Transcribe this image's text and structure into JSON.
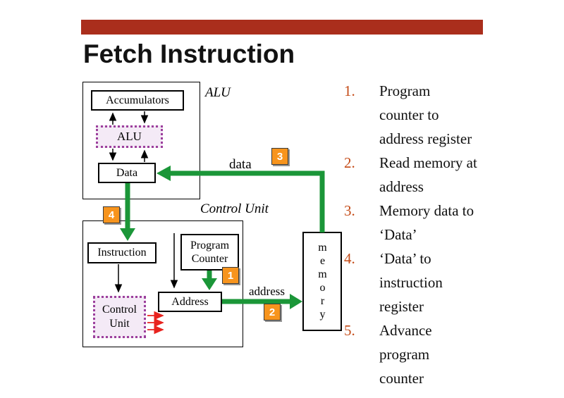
{
  "title": "Fetch Instruction",
  "diagram": {
    "alu_label": "ALU",
    "control_label": "Control Unit",
    "accumulators": "Accumulators",
    "alu_box": "ALU",
    "data_box": "Data",
    "instruction_box": "Instruction",
    "program_counter_box": "Program Counter",
    "address_box": "Address",
    "control_unit_box": "Control Unit",
    "memory_box": "memory",
    "data_bus_label": "data",
    "address_bus_label": "address",
    "step_badges": [
      "1",
      "2",
      "3",
      "4"
    ]
  },
  "steps": [
    {
      "num": "1.",
      "text": "Program\ncounter to\naddress register"
    },
    {
      "num": "2.",
      "text": "Read memory at\naddress"
    },
    {
      "num": "3.",
      "text": "Memory data to\n‘Data’"
    },
    {
      "num": "4.",
      "text": "‘Data’ to\ninstruction\nregister"
    },
    {
      "num": "5.",
      "text": "Advance\nprogram\ncounter"
    }
  ],
  "colors": {
    "accent_bar": "#AA2E1C",
    "green_arrow": "#1B9638",
    "orange_badge": "#F7941D",
    "purple_box": "#9C3F9C",
    "red_arrow": "#E8231E",
    "list_number": "#C44A16"
  }
}
